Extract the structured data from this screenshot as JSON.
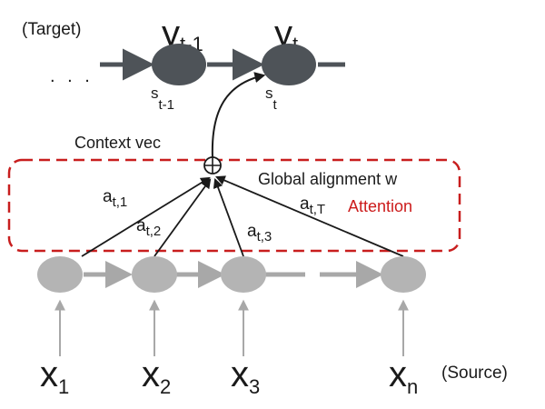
{
  "labels": {
    "target": "(Target)",
    "source": "(Source)",
    "context": "Context vec",
    "global": "Global alignment w",
    "attention": "Attention",
    "ellipsis": ". . ."
  },
  "decoder": [
    {
      "sym": "y",
      "sub": "t-1",
      "state": "s",
      "state_sub": "t-1"
    },
    {
      "sym": "y",
      "sub": "t",
      "state": "s",
      "state_sub": "t"
    }
  ],
  "encoder": [
    {
      "sym": "x",
      "sub": "1"
    },
    {
      "sym": "x",
      "sub": "2"
    },
    {
      "sym": "x",
      "sub": "3"
    },
    {
      "sym": "x",
      "sub": "n"
    }
  ],
  "alignments": [
    {
      "sym": "a",
      "sub": "t,1"
    },
    {
      "sym": "a",
      "sub": "t,2"
    },
    {
      "sym": "a",
      "sub": "t,3"
    },
    {
      "sym": "a",
      "sub": "t,T"
    }
  ],
  "colors": {
    "decoder_node": "#4e5358",
    "encoder_node": "#b4b4b4",
    "attention_box": "#c81e1e",
    "attention_text": "#cc1b1b",
    "line": "#1a1a1a",
    "encoder_arrow": "#a8a8a8"
  }
}
